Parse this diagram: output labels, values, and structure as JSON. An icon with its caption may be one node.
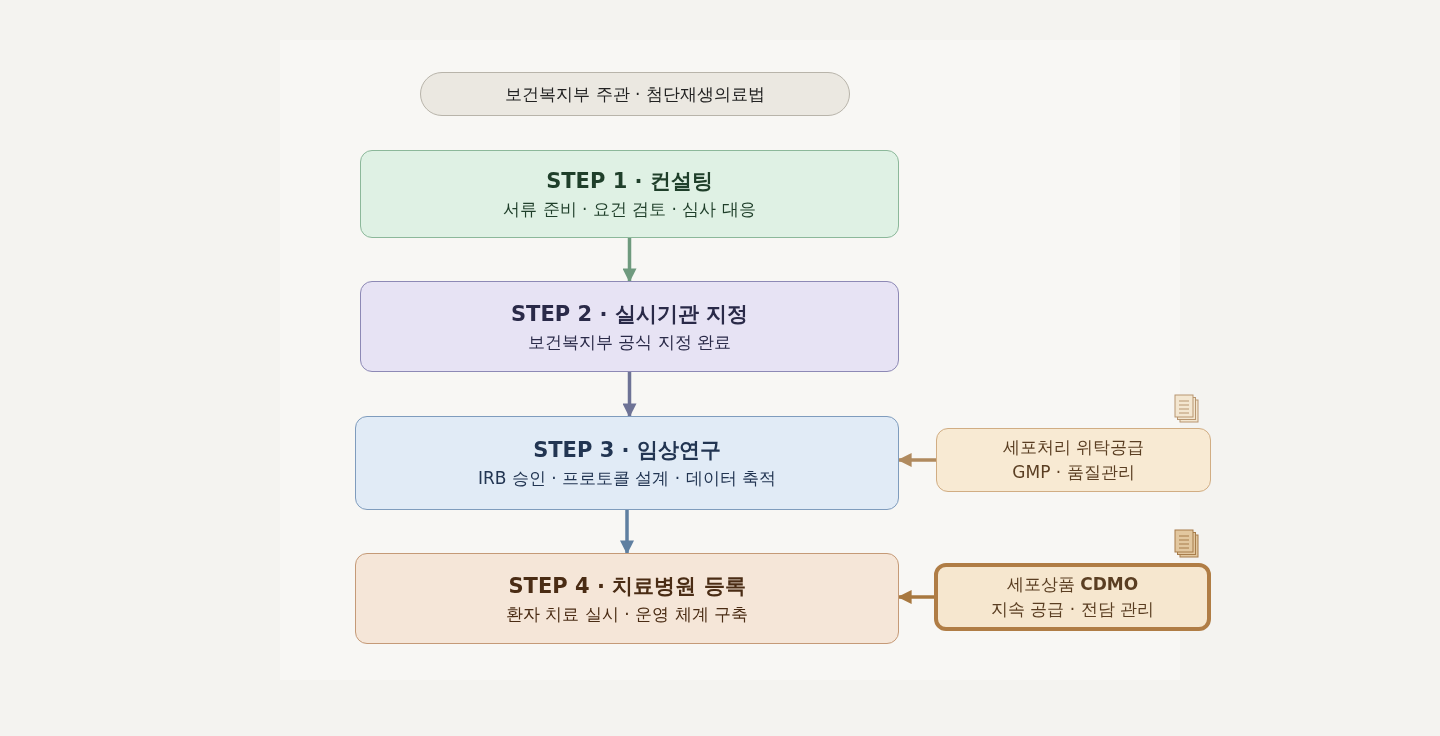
{
  "diagram": {
    "nodes": [
      {
        "text": [
          "보건복지부 주관 · 첨단재생의료법"
        ]
      },
      {
        "text": [
          "STEP 1 · 컨설팅",
          "서류 준비 · 요건 검토 · 심사 대응"
        ]
      },
      {
        "text": [
          "STEP 2 · 실시기관 지정",
          "보건복지부 공식 지정 완료"
        ]
      },
      {
        "text": [
          "STEP 3 · 임상연구",
          "IRB 승인 · 프로토콜 설계 · 데이터 축적"
        ]
      },
      {
        "text": [
          "STEP 4 · 치료병원 등록",
          "환자 치료 실시 · 운영 체계 구축"
        ]
      },
      {
        "text": [
          "세포처리 위탁공급",
          "GMP · 품질관리"
        ]
      },
      {
        "text": [
          "세포상품 **CDMO**",
          "지속 공급 · 전담 관리"
        ]
      }
    ],
    "edges": [
      {
        "from": 1,
        "to": 2,
        "arrow": "to",
        "color": "#6f9a7e"
      },
      {
        "from": 2,
        "to": 3,
        "arrow": "to",
        "color": "#6e7396"
      },
      {
        "from": 3,
        "to": 4,
        "arrow": "to",
        "color": "#5f7fa0"
      },
      {
        "from": 5,
        "to": 3,
        "arrow": "to",
        "color": "#b08a5e"
      },
      {
        "from": 6,
        "to": 4,
        "arrow": "to",
        "color": "#a8783f"
      }
    ]
  }
}
